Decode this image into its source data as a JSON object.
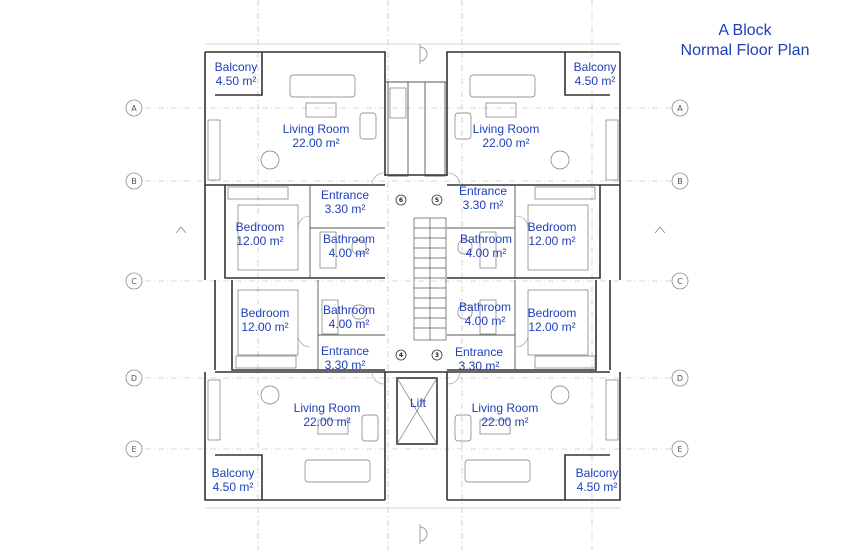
{
  "title": {
    "line1": "A Block",
    "line2": "Normal Floor Plan"
  },
  "axes": {
    "rows": [
      "A",
      "B",
      "C",
      "D",
      "E"
    ]
  },
  "rooms": {
    "balcony_tl": {
      "name": "Balcony",
      "area": "4.50 m²"
    },
    "balcony_tr": {
      "name": "Balcony",
      "area": "4.50 m²"
    },
    "balcony_bl": {
      "name": "Balcony",
      "area": "4.50 m²"
    },
    "balcony_br": {
      "name": "Balcony",
      "area": "4.50 m²"
    },
    "living_tl": {
      "name": "Living Room",
      "area": "22.00 m²"
    },
    "living_tr": {
      "name": "Living Room",
      "area": "22.00 m²"
    },
    "living_bl": {
      "name": "Living Room",
      "area": "22.00 m²"
    },
    "living_br": {
      "name": "Living Room",
      "area": "22.00 m²"
    },
    "entrance_tl": {
      "name": "Entrance",
      "area": "3.30 m²"
    },
    "entrance_tr": {
      "name": "Entrance",
      "area": "3.30 m²"
    },
    "entrance_bl": {
      "name": "Entrance",
      "area": "3.30 m²"
    },
    "entrance_br": {
      "name": "Entrance",
      "area": "3.30 m²"
    },
    "bedroom_tl": {
      "name": "Bedroom",
      "area": "12.00 m²"
    },
    "bedroom_tr": {
      "name": "Bedroom",
      "area": "12.00 m²"
    },
    "bedroom_bl": {
      "name": "Bedroom",
      "area": "12.00 m²"
    },
    "bedroom_br": {
      "name": "Bedroom",
      "area": "12.00 m²"
    },
    "bathroom_tl": {
      "name": "Bathroom",
      "area": "4.00 m²"
    },
    "bathroom_tr": {
      "name": "Bathroom",
      "area": "4.00 m²"
    },
    "bathroom_bl": {
      "name": "Bathroom",
      "area": "4.00 m²"
    },
    "bathroom_br": {
      "name": "Bathroom",
      "area": "4.00 m²"
    },
    "lift": {
      "name": "Lift"
    }
  },
  "unit_numbers": [
    "6",
    "5",
    "4",
    "3"
  ],
  "colors": {
    "label": "#1f3fb8",
    "wall": "#333333",
    "fixture": "#777777",
    "axis": "#9a9a9a"
  }
}
